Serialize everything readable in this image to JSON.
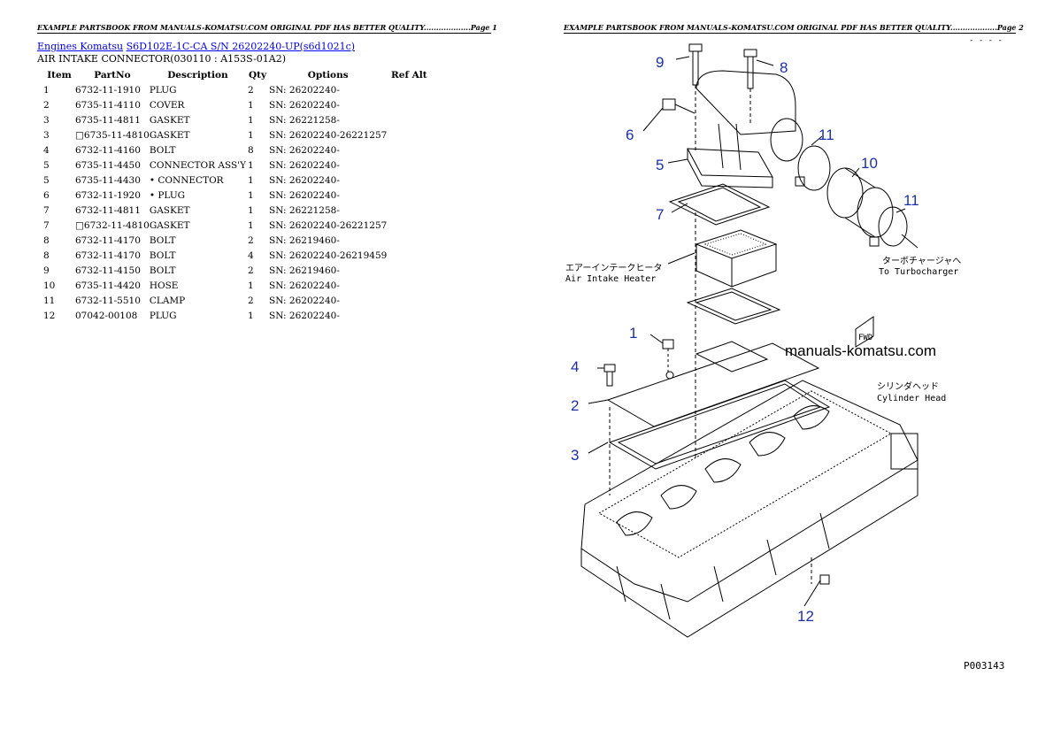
{
  "header": {
    "left": "EXAMPLE PARTSBOOK FROM MANUALS-KOMATSU.COM ORIGINAL PDF HAS BETTER QUALITY...................Page 1",
    "right": "EXAMPLE PARTSBOOK FROM MANUALS-KOMATSU.COM ORIGINAL PDF HAS BETTER QUALITY...................Page 2"
  },
  "breadcrumb": {
    "link1": "Engines Komatsu",
    "link2": "S6D102E-1C-CA S/N 26202240-UP(s6d1021c)"
  },
  "subtitle": "AIR INTAKE CONNECTOR(030110 : A153S-01A2)",
  "table": {
    "headers": [
      "Item",
      "PartNo",
      "Description",
      "Qty",
      "Options",
      "Ref Alt"
    ],
    "rows": [
      [
        "1",
        "6732-11-1910",
        "PLUG",
        "2",
        "SN: 26202240-",
        ""
      ],
      [
        "2",
        "6735-11-4110",
        "COVER",
        "1",
        "SN: 26202240-",
        ""
      ],
      [
        "3",
        "6735-11-4811",
        "GASKET",
        "1",
        "SN: 26221258-",
        ""
      ],
      [
        "3",
        "□6735-11-4810",
        "GASKET",
        "1",
        "SN: 26202240-26221257",
        ""
      ],
      [
        "4",
        "6732-11-4160",
        "BOLT",
        "8",
        "SN: 26202240-",
        ""
      ],
      [
        "5",
        "6735-11-4450",
        "CONNECTOR ASS'Y",
        "1",
        "SN: 26202240-",
        ""
      ],
      [
        "5",
        "6735-11-4430",
        "• CONNECTOR",
        "1",
        "SN: 26202240-",
        ""
      ],
      [
        "6",
        "6732-11-1920",
        "• PLUG",
        "1",
        "SN: 26202240-",
        ""
      ],
      [
        "7",
        "6732-11-4811",
        "GASKET",
        "1",
        "SN: 26221258-",
        ""
      ],
      [
        "7",
        "□6732-11-4810",
        "GASKET",
        "1",
        "SN: 26202240-26221257",
        ""
      ],
      [
        "8",
        "6732-11-4170",
        "BOLT",
        "2",
        "SN: 26219460-",
        ""
      ],
      [
        "8",
        "6732-11-4170",
        "BOLT",
        "4",
        "SN: 26202240-26219459",
        ""
      ],
      [
        "9",
        "6732-11-4150",
        "BOLT",
        "2",
        "SN: 26219460-",
        ""
      ],
      [
        "10",
        "6735-11-4420",
        "HOSE",
        "1",
        "SN: 26202240-",
        ""
      ],
      [
        "11",
        "6732-11-5510",
        "CLAMP",
        "2",
        "SN: 26202240-",
        ""
      ],
      [
        "12",
        "07042-00108",
        "PLUG",
        "1",
        "SN: 26202240-",
        ""
      ]
    ]
  },
  "diagram": {
    "callouts": [
      "9",
      "8",
      "6",
      "5",
      "11",
      "10",
      "11",
      "7",
      "1",
      "4",
      "2",
      "3",
      "12"
    ],
    "label_heater_jp": "エアーインテークヒータ",
    "label_heater_en": "Air Intake Heater",
    "label_turbo_jp": "ターボチャージャへ",
    "label_turbo_en": "To Turbocharger",
    "label_head_jp": "シリンダヘッド",
    "label_head_en": "Cylinder Head",
    "fwd": "FWD",
    "watermark": "manuals-komatsu.com",
    "figure_code": "P003143",
    "corner_mark": "- - -  -"
  }
}
